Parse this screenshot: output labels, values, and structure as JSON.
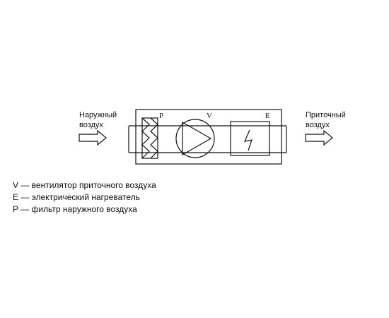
{
  "inlet": {
    "line1": "Наружный",
    "line2": "воздух"
  },
  "outlet": {
    "line1": "Приточный",
    "line2": "воздух"
  },
  "components": {
    "filter": "P",
    "fan": "V",
    "heater": "E"
  },
  "legend": [
    "V — вентилятор приточного воздуха",
    "E — электрический нагреватель",
    "P — фильтр наружного воздуха"
  ],
  "colors": {
    "stroke": "#111111",
    "background": "#ffffff"
  }
}
